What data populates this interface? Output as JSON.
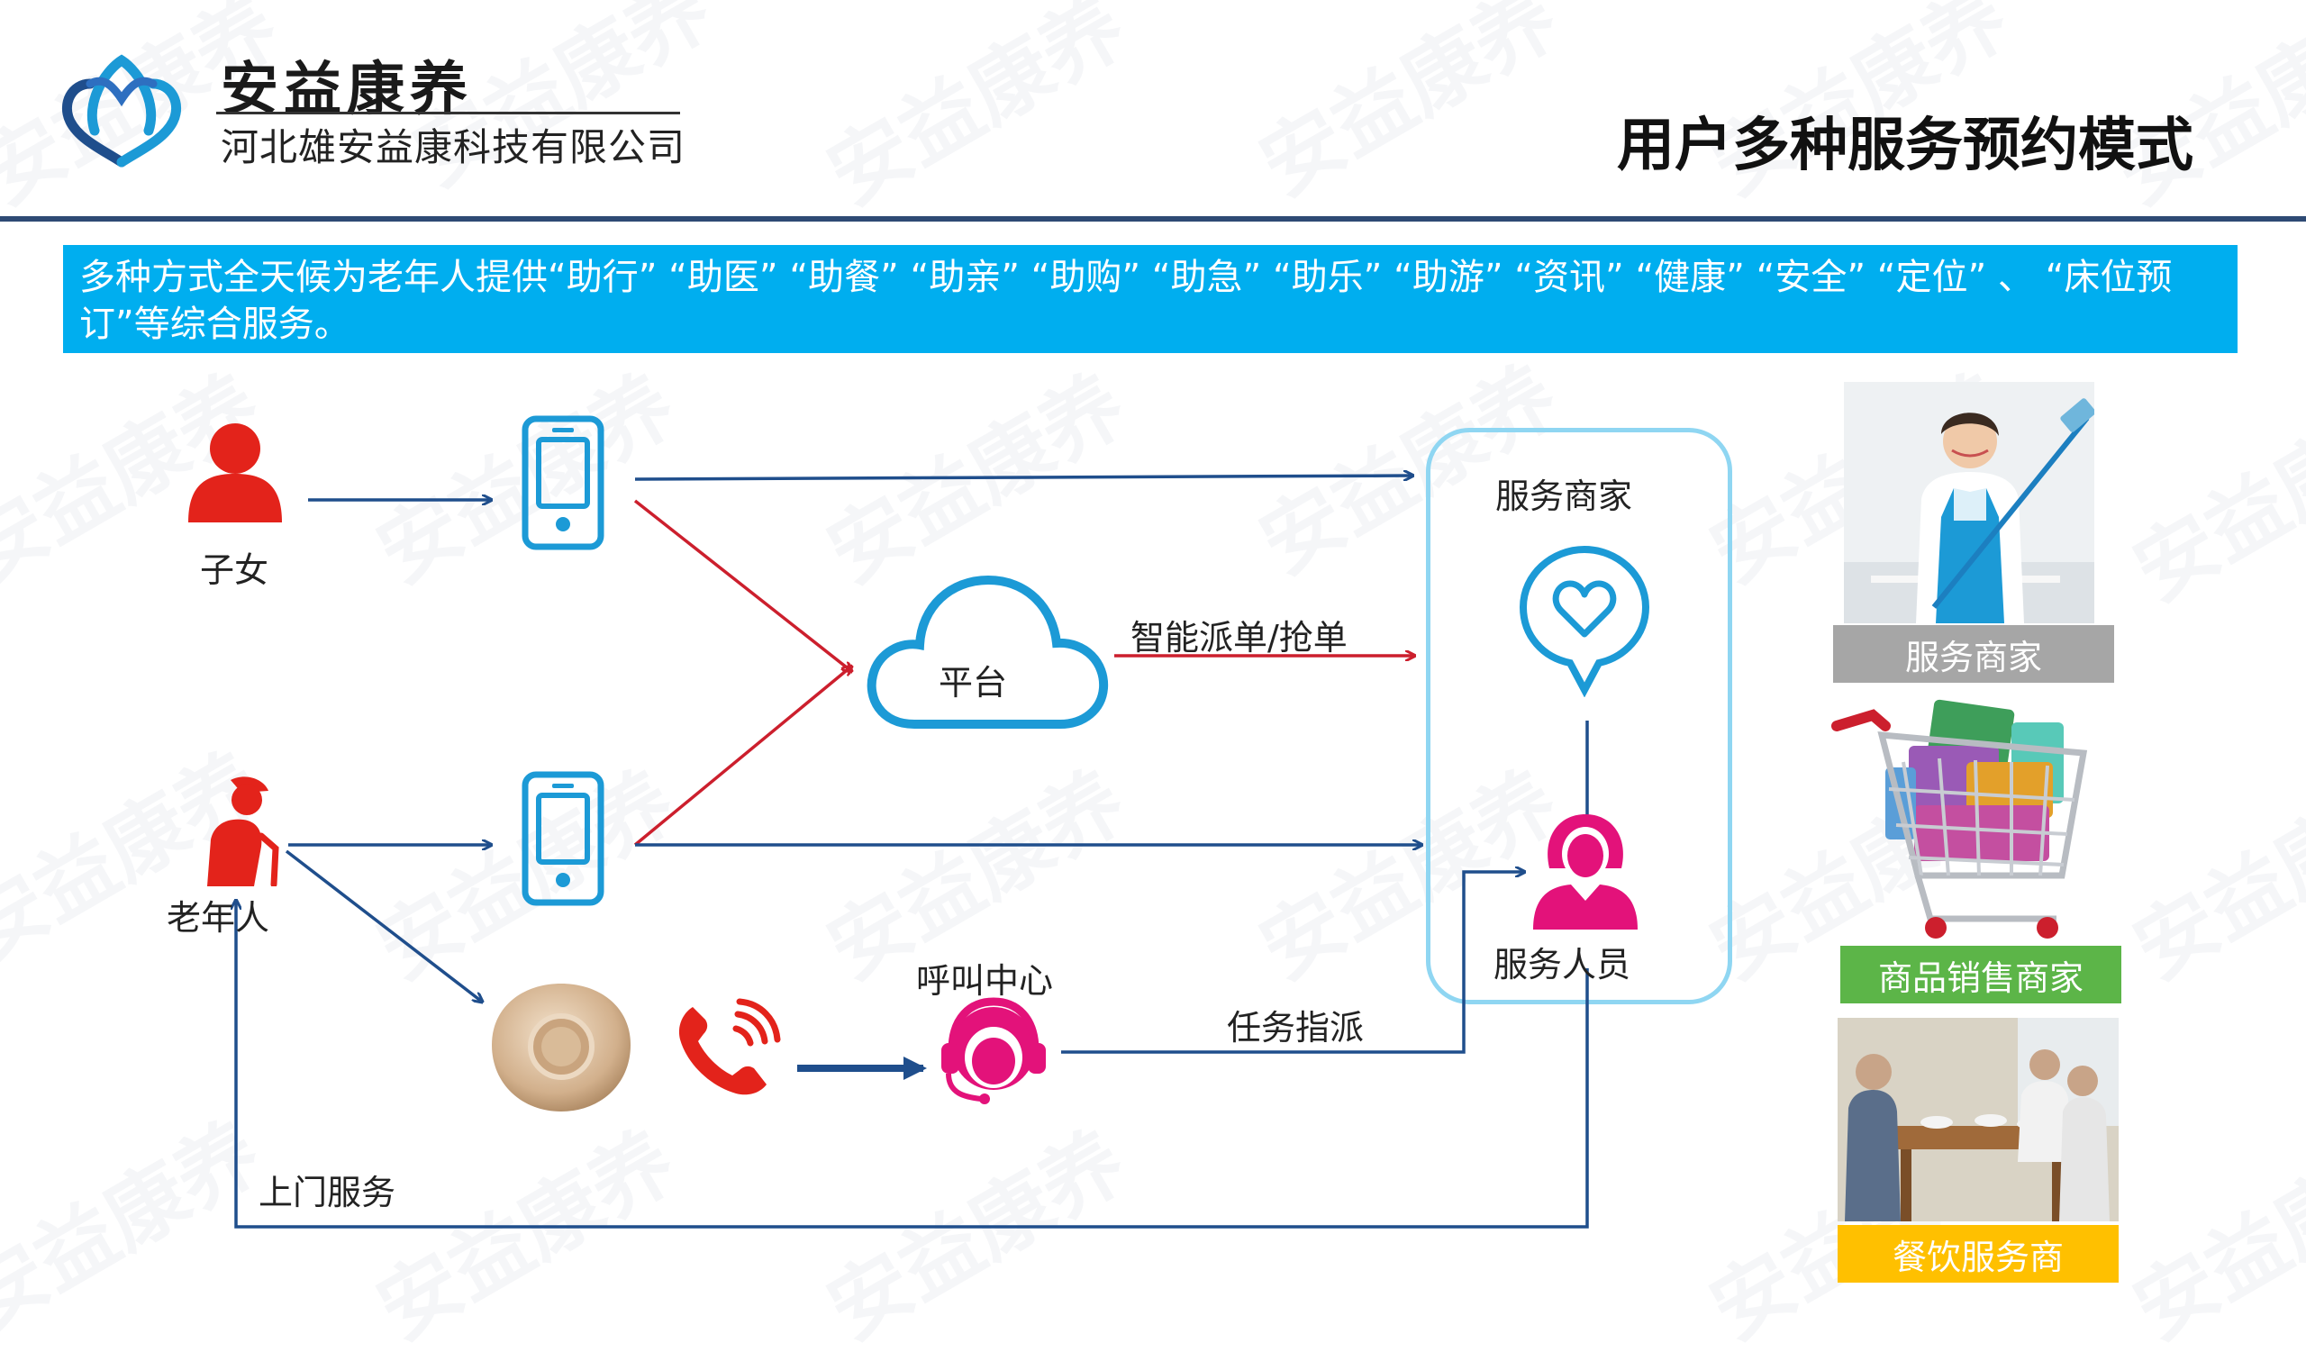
{
  "header": {
    "brand_name": "安益康养",
    "company_name": "河北雄安益康科技有限公司",
    "slide_title": "用户多种服务预约模式",
    "watermark": "安益康养"
  },
  "intro": {
    "text": "多种方式全天候为老年人提供“助行” “助医” “助餐” “助亲” “助购” “助急” “助乐” “助游” “资讯” “健康” “安全” “定位” 、 “床位预订”等综合服务。"
  },
  "diagram": {
    "children_label": "子女",
    "elderly_label": "老年人",
    "platform_label": "平台",
    "dispatch_label": "智能派单/抢单",
    "merchant_label": "服务商家",
    "staff_label": "服务人员",
    "call_center_label": "呼叫中心",
    "task_assign_label": "任务指派",
    "home_service_label": "上门服务"
  },
  "side_panel": {
    "merchant_caption": "服务商家",
    "retail_caption": "商品销售商家",
    "catering_caption": "餐饮服务商"
  },
  "colors": {
    "banner": "#00aeef",
    "header_rule": "#2e4a74",
    "flow_blue": "#1f4e8c",
    "flow_red": "#cc1f2d",
    "icon_blue": "#1c9ad6",
    "magenta": "#e3127a",
    "gray_caption": "#a6a6a6",
    "green_caption": "#5cb548",
    "yellow_caption": "#ffc000"
  }
}
